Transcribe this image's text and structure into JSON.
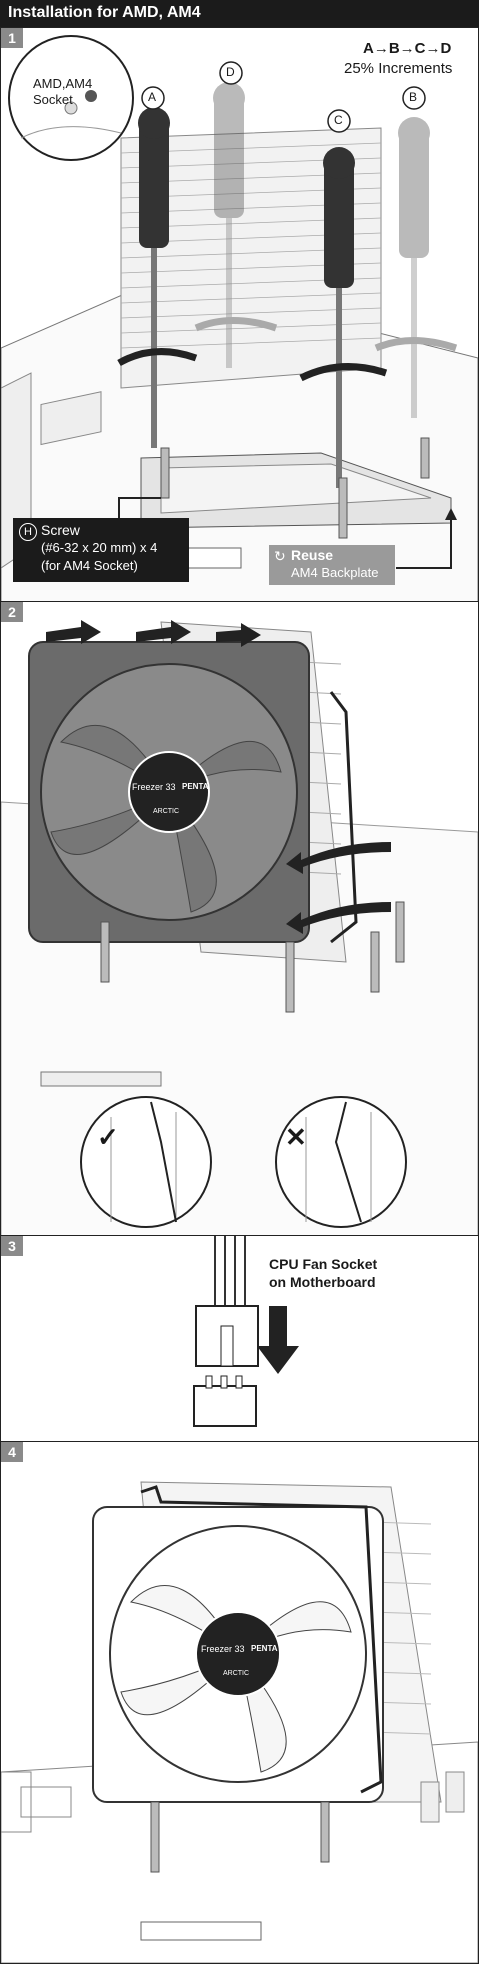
{
  "header": {
    "title": "Installation for AMD, AM4"
  },
  "steps": [
    {
      "number": "1"
    },
    {
      "number": "2"
    },
    {
      "number": "3"
    },
    {
      "number": "4"
    }
  ],
  "step1": {
    "inset_line1": "AMD,AM4",
    "inset_line2": "Socket",
    "sequence": "A→B→C→D",
    "increments": "25% Increments",
    "label_a": "A",
    "label_b": "B",
    "label_c": "C",
    "label_d": "D",
    "screw_badge": "H",
    "screw_line1": "Screw",
    "screw_line2": "(#6-32 x 20 mm) x 4",
    "screw_line3": "(for AM4 Socket)",
    "reuse_title": "Reuse",
    "reuse_sub": "AM4 Backplate"
  },
  "step2": {
    "fan_brand": "Freezer 33",
    "fan_model": "PENTA",
    "fan_maker": "ARCTIC",
    "correct_mark": "✓",
    "wrong_mark": "✕"
  },
  "step3": {
    "line1": "CPU Fan Socket",
    "line2": "on Motherboard"
  },
  "step4": {
    "fan_brand": "Freezer 33",
    "fan_model": "PENTA",
    "fan_maker": "ARCTIC"
  },
  "colors": {
    "header_bg": "#1b1b1b",
    "badge_bg": "#8a8a8a",
    "reuse_bg": "#9a9a9a",
    "screw_bg": "#1b1b1b"
  }
}
